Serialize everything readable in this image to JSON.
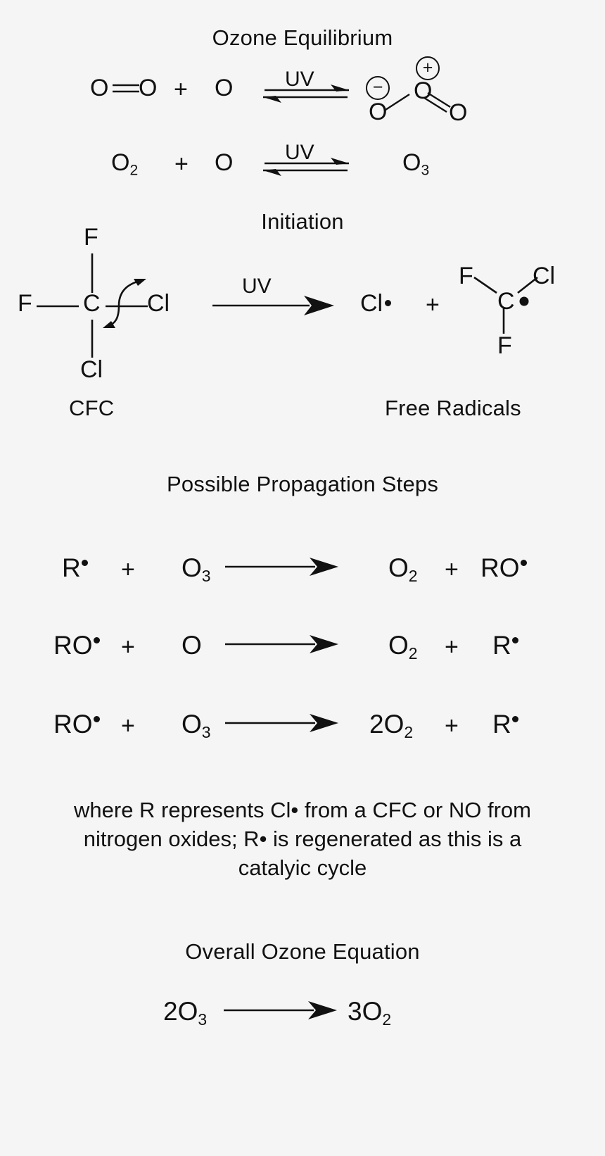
{
  "document": {
    "title": "Ozone depletion mechanism diagram",
    "background_color": "#f5f5f5",
    "ink_color": "#111111"
  },
  "sections": {
    "equilibrium_heading": "Ozone Equilibrium",
    "initiation_heading": "Initiation",
    "propagation_heading": "Possible Propagation Steps",
    "overall_heading": "Overall Ozone Equation"
  },
  "equilibrium": {
    "row1": {
      "reactant_a": "O",
      "double_bond_symbol": "=",
      "reactant_a_tail": "O",
      "plus": "+",
      "reactant_b": "O",
      "arrow_label": "UV",
      "arrow_type": "equilibrium",
      "product_structure": {
        "central_atom": "O",
        "central_charge": "+",
        "left_atom": "O",
        "left_charge": "−",
        "right_atom": "O",
        "left_bond": "single",
        "right_bond": "double"
      }
    },
    "row2": {
      "reactant_a": "O",
      "reactant_a_sub": "2",
      "plus": "+",
      "reactant_b": "O",
      "arrow_label": "UV",
      "arrow_type": "equilibrium",
      "product": "O",
      "product_sub": "3"
    }
  },
  "initiation": {
    "arrow_label": "UV",
    "arrow_type": "forward",
    "cfc": {
      "label": "CFC",
      "center_atom": "C",
      "top_atom": "F",
      "left_atom": "F",
      "right_atom": "Cl",
      "bottom_atom": "Cl",
      "curved_arrows": "fishhook-pair"
    },
    "products": {
      "label": "Free Radicals",
      "chlorine_radical": "Cl",
      "plus": "+",
      "carbon_radical": {
        "center_atom": "C",
        "upper_left_atom": "F",
        "upper_right_atom": "Cl",
        "bottom_atom": "F",
        "radical": "•"
      }
    }
  },
  "propagation": {
    "steps": [
      {
        "reactant1": "R",
        "reactant1_radical": true,
        "plus": "+",
        "reactant2": "O",
        "reactant2_sub": "3",
        "product1": "O",
        "product1_sub": "2",
        "plus2": "+",
        "product2": "RO",
        "product2_radical": true
      },
      {
        "reactant1": "RO",
        "reactant1_radical": true,
        "plus": "+",
        "reactant2": "O",
        "reactant2_sub": "",
        "product1": "O",
        "product1_sub": "2",
        "plus2": "+",
        "product2": "R",
        "product2_radical": true
      },
      {
        "reactant1": "RO",
        "reactant1_radical": true,
        "plus": "+",
        "reactant2": "O",
        "reactant2_sub": "3",
        "product1": "2O",
        "product1_sub": "2",
        "plus2": "+",
        "product2": "R",
        "product2_radical": true
      }
    ]
  },
  "note": {
    "line1": "where R represents Cl• from a CFC or NO from",
    "line2": "nitrogen oxides; R• is regenerated as this is a",
    "line3": "catalyic cycle"
  },
  "overall": {
    "reactant": "2O",
    "reactant_sub": "3",
    "product": "3O",
    "product_sub": "2",
    "arrow_type": "forward"
  }
}
